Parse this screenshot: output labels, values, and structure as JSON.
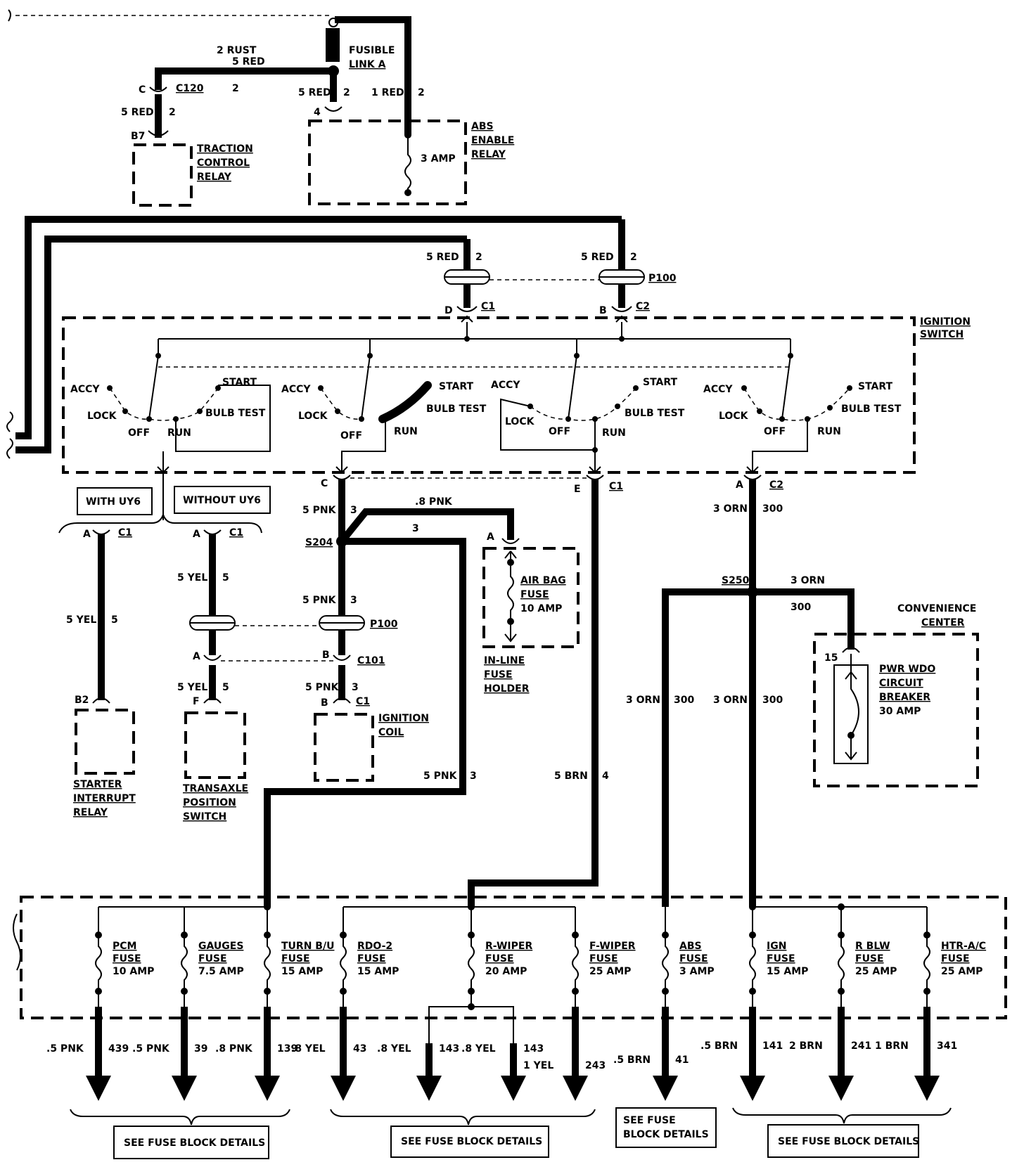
{
  "top": {
    "fusible_link": [
      "FUSIBLE",
      "LINK A"
    ],
    "wire_2rust": "2 RUST",
    "wire_5red_a": "5 RED",
    "wire_5red_a_num": "2",
    "c120": "C120",
    "c120_pin": "C",
    "wire_5red_b": "5 RED",
    "wire_5red_b_num": "2",
    "tcr_pin": "B7",
    "traction_relay": [
      "TRACTION",
      "CONTROL",
      "RELAY"
    ],
    "abs_pin": "4",
    "wire_5red_c": "5 RED",
    "wire_5red_c_num": "2",
    "wire_1red": "1 RED",
    "wire_1red_num": "2",
    "abs_relay": [
      "ABS",
      "ENABLE",
      "RELAY"
    ],
    "abs_amp": "3 AMP"
  },
  "ignition": {
    "w1": "5 RED",
    "w1n": "2",
    "w2": "5 RED",
    "w2n": "2",
    "p100": "P100",
    "c1": "C1",
    "c1_pin": "D",
    "c2": "C2",
    "c2_pin": "B",
    "title": [
      "IGNITION",
      "SWITCH"
    ],
    "accy": "ACCY",
    "lock": "LOCK",
    "off": "OFF",
    "run": "RUN",
    "start": "START",
    "bulb": "BULB TEST"
  },
  "middle": {
    "with_uy6": "WITH UY6",
    "without_uy6": "WITHOUT UY6",
    "pin_a1": "A",
    "c1_a1": "C1",
    "pin_a2": "A",
    "c1_a2": "C1",
    "pin_c": "C",
    "pin_e": "E",
    "c1_e": "C1",
    "pin_a_c2": "A",
    "c2_a": "C2",
    "w_5yel_a": "5 YEL",
    "w_5yel_a_n": "5",
    "w_5yel_b": "5 YEL",
    "w_5yel_b_n": "5",
    "w_5yel_c": "5 YEL",
    "w_5yel_c_n": "5",
    "b2": "B2",
    "f_pin": "F",
    "starter": [
      "STARTER",
      "INTERRUPT",
      "RELAY"
    ],
    "transaxle": [
      "TRANSAXLE",
      "POSITION",
      "SWITCH"
    ],
    "w_5pnk_1": "5 PNK",
    "w_5pnk_1n": "3",
    "w_8pnk": ".8 PNK",
    "w_8pnk_n": "3",
    "s204": "S204",
    "w_5pnk_2": "5 PNK",
    "w_5pnk_2n": "3",
    "p100": "P100",
    "a_pin": "A",
    "b_pin": "B",
    "c101": "C101",
    "w_5pnk_3": "5 PNK",
    "w_5pnk_3n": "3",
    "b_c1_pin": "B",
    "b_c1": "C1",
    "coil": [
      "IGNITION",
      "COIL"
    ],
    "airbag_pin": "A",
    "airbag": [
      "AIR BAG",
      "FUSE",
      "10 AMP"
    ],
    "inline": [
      "IN-LINE",
      "FUSE",
      "HOLDER"
    ],
    "w_5pnk_4": "5 PNK",
    "w_5pnk_4n": "3",
    "w_5brn": "5 BRN",
    "w_5brn_n": "4",
    "w_3orn_1": "3 ORN",
    "w_3orn_1n": "300",
    "s250": "S250",
    "w_3orn_2": "3 ORN",
    "w_3orn_2n": "300",
    "w_3orn_3": "3 ORN",
    "w_3orn_3n": "300",
    "w_3orn_4": "3 ORN",
    "w_3orn_4n": "300",
    "convenience": [
      "CONVENIENCE",
      "CENTER"
    ],
    "cb_pin": "15",
    "breaker": [
      "PWR WDO",
      "CIRCUIT",
      "BREAKER",
      "30 AMP"
    ]
  },
  "fuses": [
    {
      "name": [
        "PCM",
        "FUSE",
        "10 AMP"
      ],
      "wire": ".5 PNK",
      "circuit": "439"
    },
    {
      "name": [
        "GAUGES",
        "FUSE",
        "7.5 AMP"
      ],
      "wire": ".5 PNK",
      "circuit": "39"
    },
    {
      "name": [
        "TURN B/U",
        "FUSE",
        "15 AMP"
      ],
      "wire": ".8 PNK",
      "circuit": "139"
    },
    {
      "name": [
        "RDO-2",
        "FUSE",
        "15 AMP"
      ],
      "wire": ".8 YEL",
      "circuit": "43"
    },
    {
      "name": [
        "R-WIPER",
        "FUSE",
        "20 AMP"
      ],
      "wire": ".8 YEL",
      "circuit": "143",
      "wire2": ".8 YEL",
      "circuit2": "143"
    },
    {
      "name": [
        "F-WIPER",
        "FUSE",
        "25 AMP"
      ],
      "wire": "1 YEL",
      "circuit": "243"
    },
    {
      "name": [
        "ABS",
        "FUSE",
        "3 AMP"
      ],
      "wire": ".5 BRN",
      "circuit": "41"
    },
    {
      "name": [
        "IGN",
        "FUSE",
        "15 AMP"
      ],
      "wire": ".5 BRN",
      "circuit": "141"
    },
    {
      "name": [
        "R BLW",
        "FUSE",
        "25 AMP"
      ],
      "wire": "2 BRN",
      "circuit": "241"
    },
    {
      "name": [
        "HTR-A/C",
        "FUSE",
        "25 AMP"
      ],
      "wire": "1 BRN",
      "circuit": "341"
    }
  ],
  "bottom": {
    "see1": "SEE FUSE BLOCK DETAILS",
    "see2": "SEE FUSE BLOCK DETAILS",
    "see3": [
      "SEE FUSE",
      "BLOCK DETAILS"
    ],
    "see4": "SEE FUSE BLOCK DETAILS"
  }
}
